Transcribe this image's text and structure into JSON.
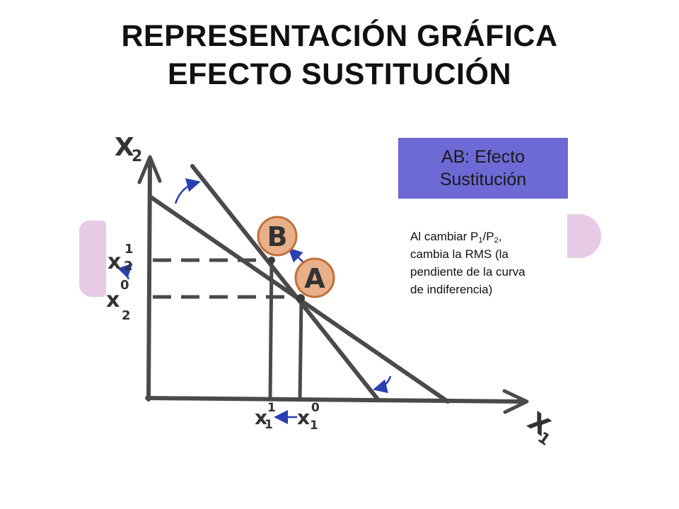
{
  "title": {
    "line1": "REPRESENTACIÓN GRÁFICA",
    "line2": "EFECTO SUSTITUCIÓN"
  },
  "callout": {
    "line1": "AB: Efecto",
    "line2": "Sustitución"
  },
  "note": {
    "part1": "Al cambiar P",
    "sub1": "1",
    "part2": "/P",
    "sub2": "2",
    "part3": ",",
    "line2": "cambia la RMS (la",
    "line3": "pendiente de la curva",
    "line4": "de indiferencia)"
  },
  "diagram": {
    "axis_y_label": "X",
    "axis_y_sub": "2",
    "axis_x_label": "X",
    "axis_x_sub": "1",
    "y_tick_upper": "x",
    "y_tick_upper_sup": "1",
    "y_tick_upper_sub": "2",
    "y_tick_lower": "x",
    "y_tick_lower_sup": "0",
    "y_tick_lower_sub": "2",
    "x_tick_left": "x",
    "x_tick_left_sup": "1",
    "x_tick_left_sub": "1",
    "x_tick_right": "x",
    "x_tick_right_sup": "0",
    "x_tick_right_sub": "1",
    "point_a": "A",
    "point_b": "B"
  },
  "colors": {
    "pen": "#4a4a4a",
    "arrow_blue": "#2a3fb0",
    "circle_fill": "#e8b088",
    "circle_stroke": "#c0703a",
    "callout_bg": "#6d6ad6",
    "decoration": "#e6cae6"
  }
}
